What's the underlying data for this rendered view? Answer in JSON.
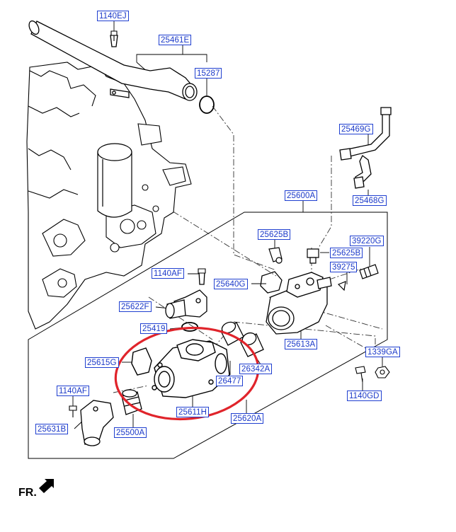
{
  "parts": [
    {
      "id": "p_1140EJ",
      "code": "1140EJ"
    },
    {
      "id": "p_25461E",
      "code": "25461E"
    },
    {
      "id": "p_15287",
      "code": "15287"
    },
    {
      "id": "p_25469G",
      "code": "25469G"
    },
    {
      "id": "p_25468G",
      "code": "25468G"
    },
    {
      "id": "p_25600A",
      "code": "25600A"
    },
    {
      "id": "p_25625B_1",
      "code": "25625B"
    },
    {
      "id": "p_39220G",
      "code": "39220G"
    },
    {
      "id": "p_25625B_2",
      "code": "25625B"
    },
    {
      "id": "p_39275",
      "code": "39275"
    },
    {
      "id": "p_1140AF_1",
      "code": "1140AF"
    },
    {
      "id": "p_25640G",
      "code": "25640G"
    },
    {
      "id": "p_25622F",
      "code": "25622F"
    },
    {
      "id": "p_25419",
      "code": "25419"
    },
    {
      "id": "p_25613A",
      "code": "25613A"
    },
    {
      "id": "p_1339GA",
      "code": "1339GA"
    },
    {
      "id": "p_25615G",
      "code": "25615G"
    },
    {
      "id": "p_26342A",
      "code": "26342A"
    },
    {
      "id": "p_26477",
      "code": "26477"
    },
    {
      "id": "p_1140AF_2",
      "code": "1140AF"
    },
    {
      "id": "p_1140GD",
      "code": "1140GD"
    },
    {
      "id": "p_25611H",
      "code": "25611H"
    },
    {
      "id": "p_25620A",
      "code": "25620A"
    },
    {
      "id": "p_25631B",
      "code": "25631B"
    },
    {
      "id": "p_25500A",
      "code": "25500A"
    }
  ],
  "orientation_label": "FR.",
  "colors": {
    "label_border": "#1f3fd0",
    "label_text": "#1a38c8",
    "highlight_circle": "#e0242b",
    "line": "#000000"
  }
}
